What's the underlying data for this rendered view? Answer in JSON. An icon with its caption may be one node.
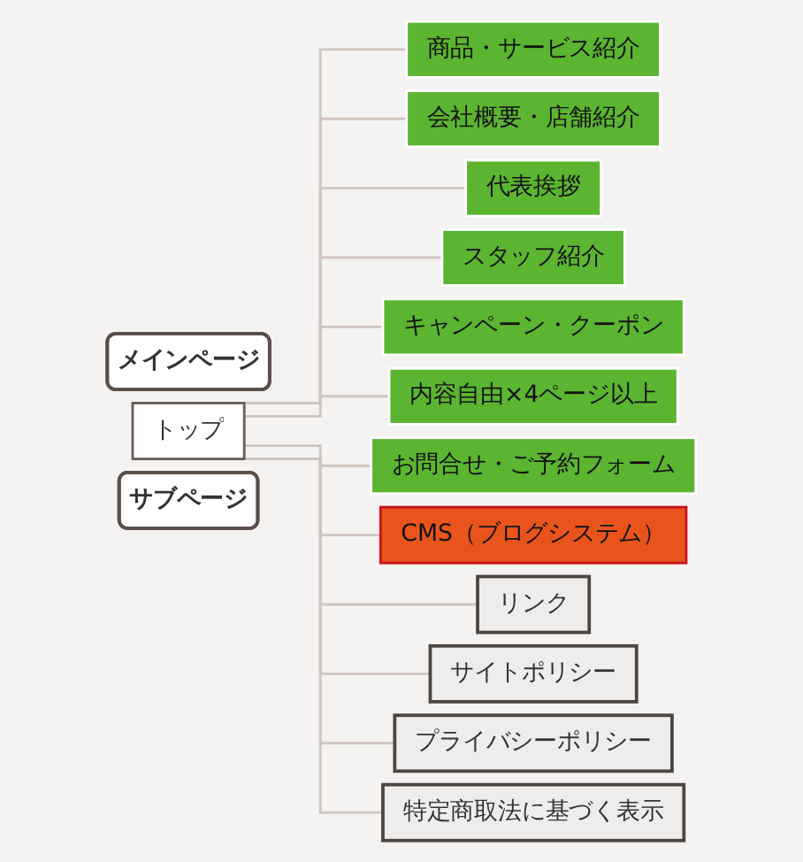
{
  "diagram": {
    "nodes": [
      {
        "text": [
          "メインページ"
        ]
      },
      {
        "text": [
          "トップ"
        ]
      },
      {
        "text": [
          "商品・サービス紹介"
        ]
      },
      {
        "text": [
          "会社概要・店舗紹介"
        ]
      },
      {
        "text": [
          "代表挨拶"
        ]
      },
      {
        "text": [
          "スタッフ紹介"
        ]
      },
      {
        "text": [
          "キャンペーン・クーポン"
        ]
      },
      {
        "text": [
          "内容自由×4ページ以上"
        ]
      },
      {
        "text": [
          "お問合せ・ご予約フォーム"
        ]
      },
      {
        "text": [
          "CMS（ブログシステム）"
        ]
      },
      {
        "text": [
          "サブページ"
        ]
      },
      {
        "text": [
          "リンク"
        ]
      },
      {
        "text": [
          "サイトポリシー"
        ]
      },
      {
        "text": [
          "プライバシーポリシー"
        ]
      },
      {
        "text": [
          "特定商取法に基づく表示"
        ]
      }
    ],
    "edges": [
      {
        "from": 1,
        "to": 2,
        "arrow": "none"
      },
      {
        "from": 1,
        "to": 3,
        "arrow": "none"
      },
      {
        "from": 1,
        "to": 4,
        "arrow": "none"
      },
      {
        "from": 1,
        "to": 5,
        "arrow": "none"
      },
      {
        "from": 1,
        "to": 6,
        "arrow": "none"
      },
      {
        "from": 1,
        "to": 7,
        "arrow": "none"
      },
      {
        "from": 1,
        "to": 8,
        "arrow": "none"
      },
      {
        "from": 1,
        "to": 9,
        "arrow": "none"
      },
      {
        "from": 1,
        "to": 11,
        "arrow": "none"
      },
      {
        "from": 1,
        "to": 12,
        "arrow": "none"
      },
      {
        "from": 1,
        "to": 13,
        "arrow": "none"
      },
      {
        "from": 1,
        "to": 14,
        "arrow": "none"
      }
    ]
  }
}
